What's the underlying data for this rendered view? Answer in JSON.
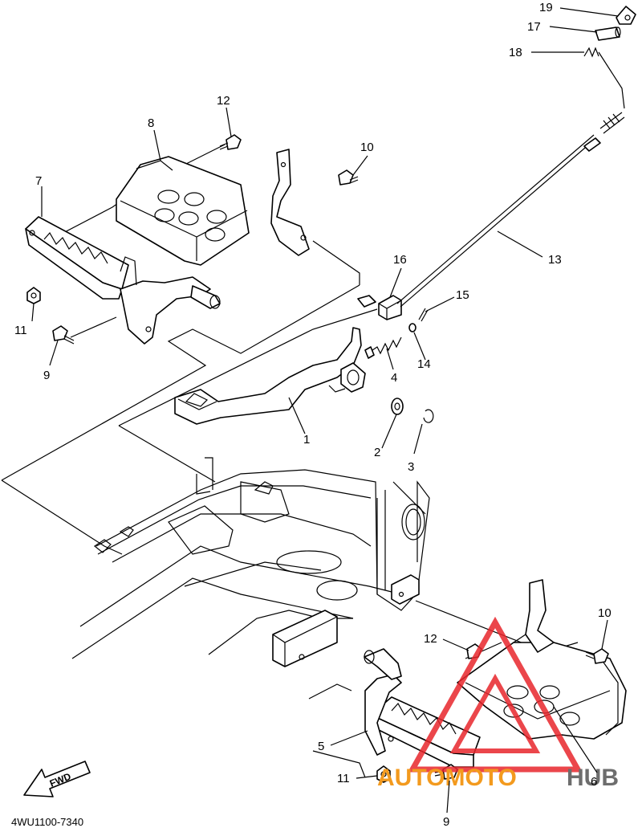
{
  "diagram_code": "4WU1100-7340",
  "fwd_label": "FWD",
  "watermark": {
    "word_orange": "AUTOMOTO",
    "word_gray": "HUB",
    "color_red": "#e8262c",
    "color_orange": "#f39a1e",
    "color_gray": "#6d6d6d"
  },
  "callouts": {
    "c1": "1",
    "c2": "2",
    "c3": "3",
    "c4": "4",
    "c5": "5",
    "c6": "6",
    "c7": "7",
    "c8": "8",
    "c9a": "9",
    "c9b": "9",
    "c10a": "10",
    "c10b": "10",
    "c11a": "11",
    "c11b": "11",
    "c12a": "12",
    "c12b": "12",
    "c13": "13",
    "c14": "14",
    "c15": "15",
    "c16": "16",
    "c17": "17",
    "c18": "18",
    "c19": "19"
  }
}
